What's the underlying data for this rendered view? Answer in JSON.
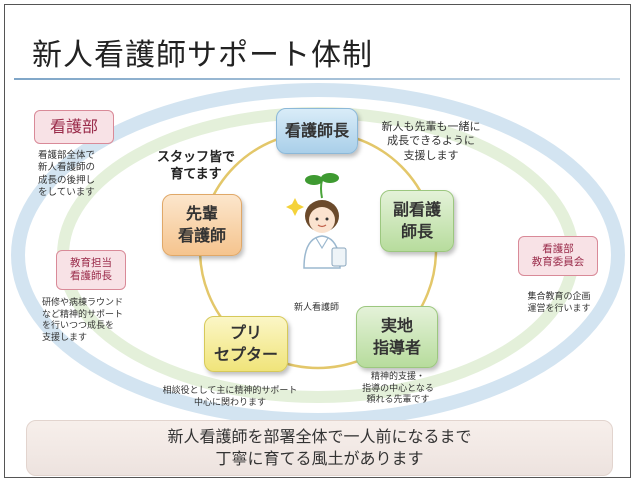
{
  "title": "新人看護師サポート体制",
  "roles": {
    "head_nurse": "看護師長",
    "deputy_head_nurse_line1": "副看護",
    "deputy_head_nurse_line2": "師長",
    "field_instructor_line1": "実地",
    "field_instructor_line2": "指導者",
    "preceptor_line1": "プリ",
    "preceptor_line2": "セプター",
    "senior_nurse_line1": "先輩",
    "senior_nurse_line2": "看護師"
  },
  "outer": {
    "nursing_dept": "看護部",
    "nursing_dept_note": [
      "看護部全体で",
      "新人看護師の",
      "成長の後押し",
      "をしています"
    ],
    "education_head_line1": "教育担当",
    "education_head_line2": "看護師長",
    "education_head_note": [
      "研修や病棟ラウンド",
      "など精神的サポート",
      "を行いつつ成長を",
      "支援します"
    ],
    "education_committee_line1": "看護部",
    "education_committee_line2": "教育委員会",
    "education_committee_note": [
      "集合教育の企画",
      "運営を行います"
    ]
  },
  "notes": {
    "head_nurse_note": [
      "新人も先輩も一緒に",
      "成長できるように",
      "支援します"
    ],
    "staff_note": [
      "スタッフ皆で",
      "育てます"
    ],
    "field_instructor_note": [
      "精神的支援・",
      "指導の中心となる",
      "頼れる先輩です"
    ],
    "preceptor_note": [
      "相談役として主に精神的サポート",
      "中心に関わります"
    ],
    "new_nurse_caption": "新人看護師"
  },
  "banner": {
    "line1": "新人看護師を部署全体で一人前になるまで",
    "line2": "丁寧に育てる風土があります"
  },
  "colors": {
    "ring_outer": "#d5e6f2",
    "ring_inner": "#e3f0d9",
    "cycle": "#e6c96a"
  }
}
